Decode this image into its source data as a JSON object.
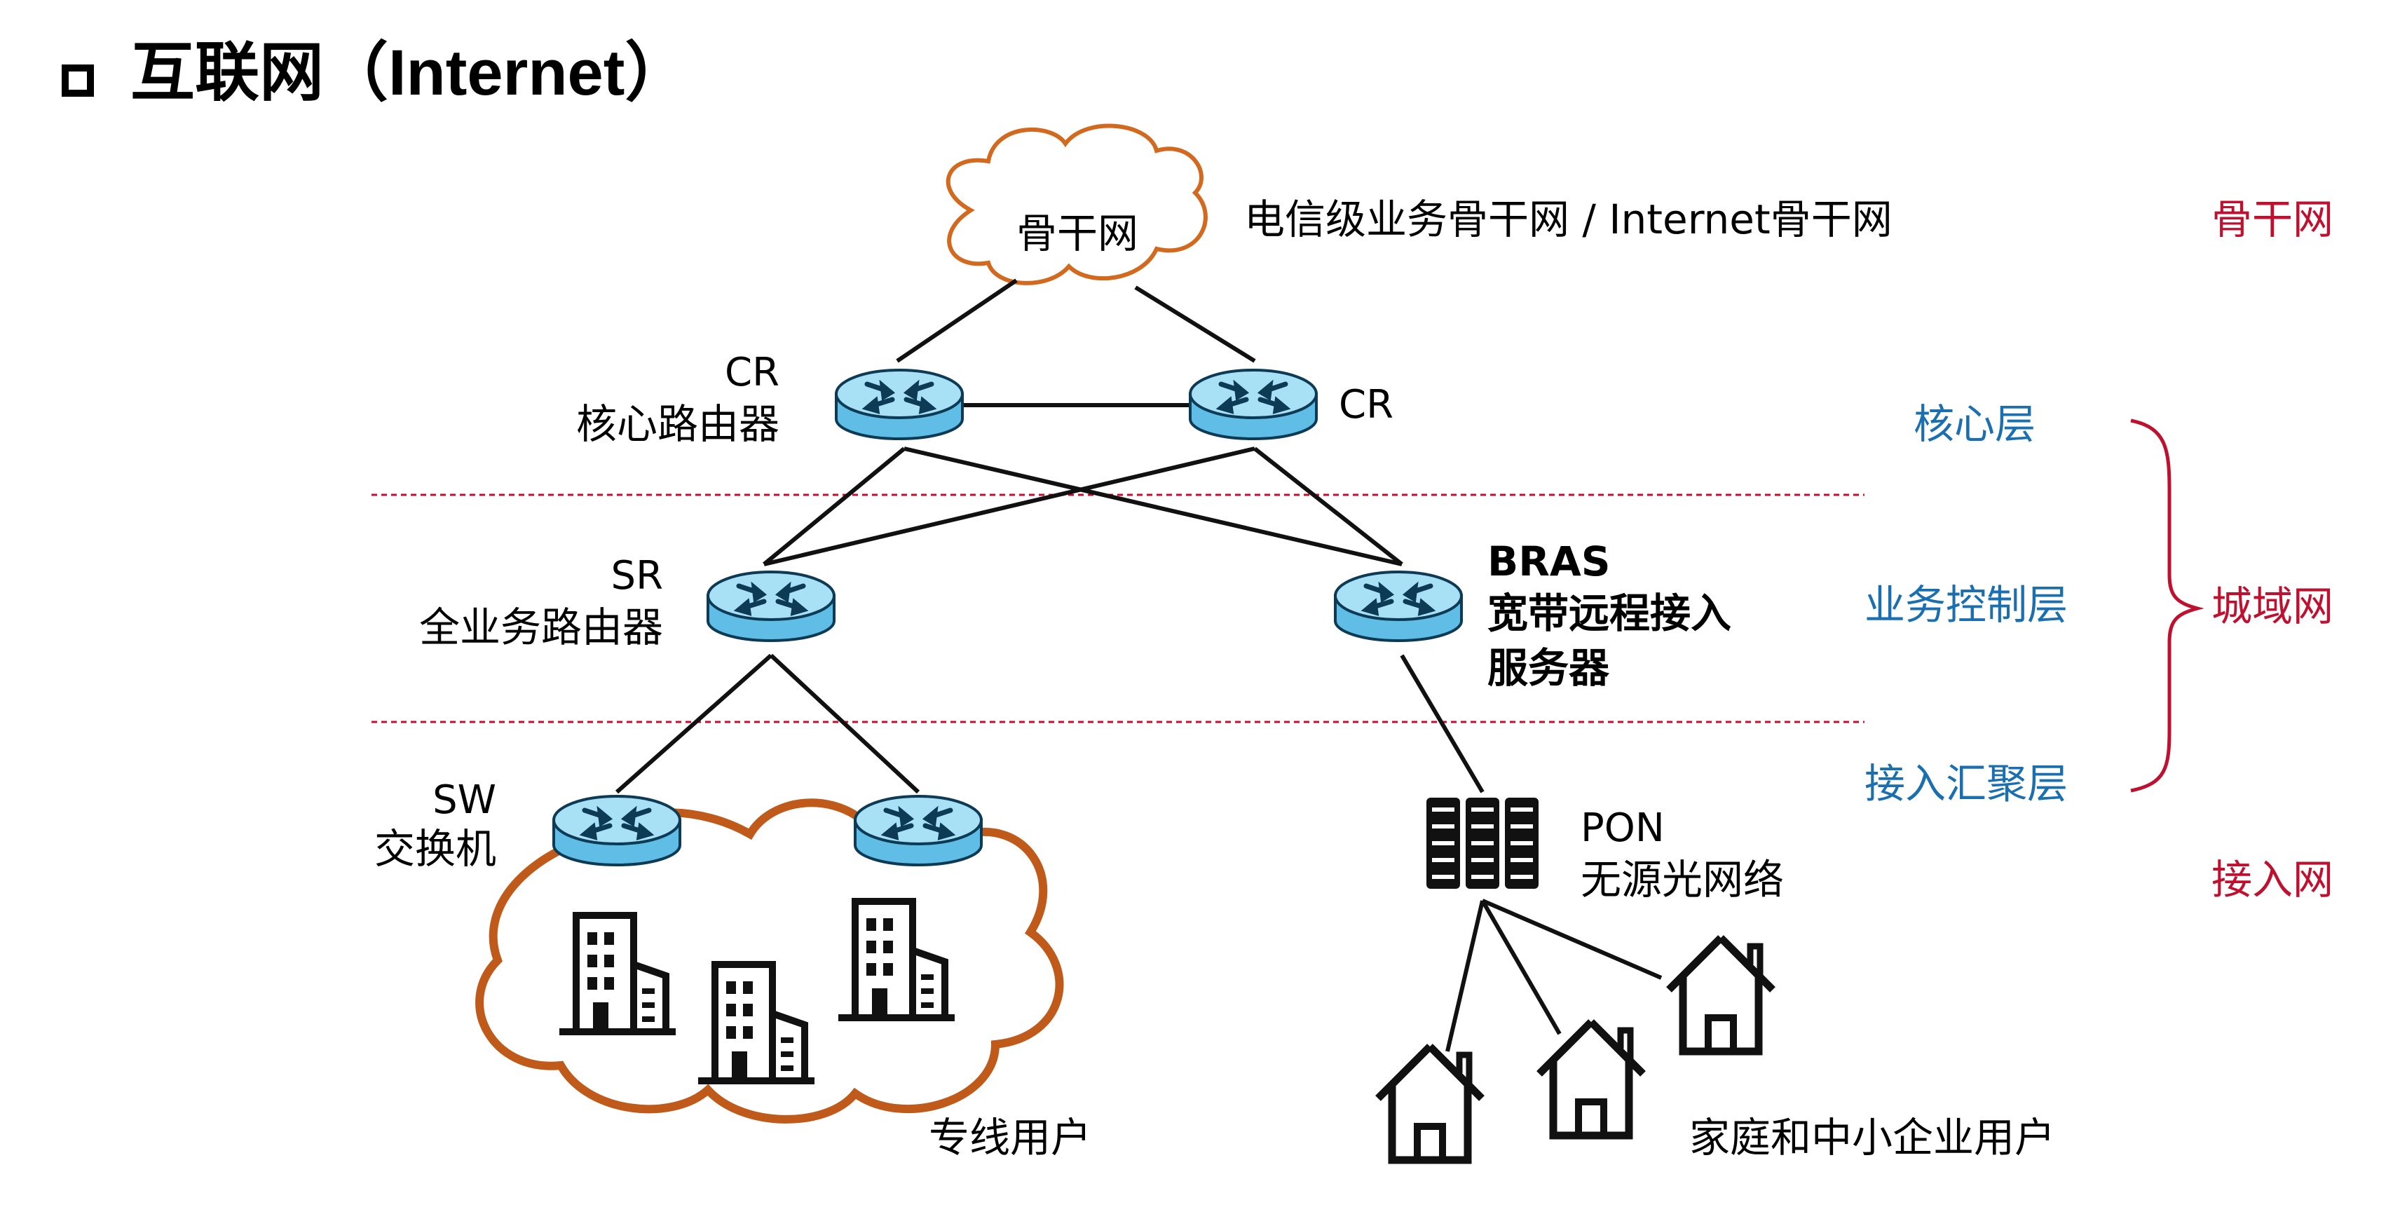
{
  "page": {
    "title": "互联网（Internet）"
  },
  "backbone": {
    "cloud_label": "骨干网",
    "description": "电信级业务骨干网 / Internet骨干网"
  },
  "devices": {
    "cr_left": {
      "code": "CR",
      "name": "核心路由器"
    },
    "cr_right": {
      "code": "CR"
    },
    "sr": {
      "code": "SR",
      "name": "全业务路由器"
    },
    "bras": {
      "code": "BRAS",
      "name_line1": "宽带远程接入",
      "name_line2": "服务器"
    },
    "sw": {
      "code": "SW",
      "name": "交换机"
    },
    "pon": {
      "code": "PON",
      "name": "无源光网络"
    }
  },
  "layers": {
    "core": "核心层",
    "service_control": "业务控制层",
    "access_aggregation": "接入汇聚层"
  },
  "scopes": {
    "backbone": "骨干网",
    "metro": "城域网",
    "access": "接入网"
  },
  "users": {
    "leased_line": "专线用户",
    "home_sme": "家庭和中小企业用户"
  },
  "colors": {
    "router_fill": "#8fd3ef",
    "router_top": "#b8e6f7",
    "cloud_backbone_stroke": "#d2691e",
    "cloud_users_stroke": "#bf5a1a",
    "layer_label": "#1a6fb0",
    "scope_label": "#c0102f",
    "divider": "#c0102f"
  }
}
